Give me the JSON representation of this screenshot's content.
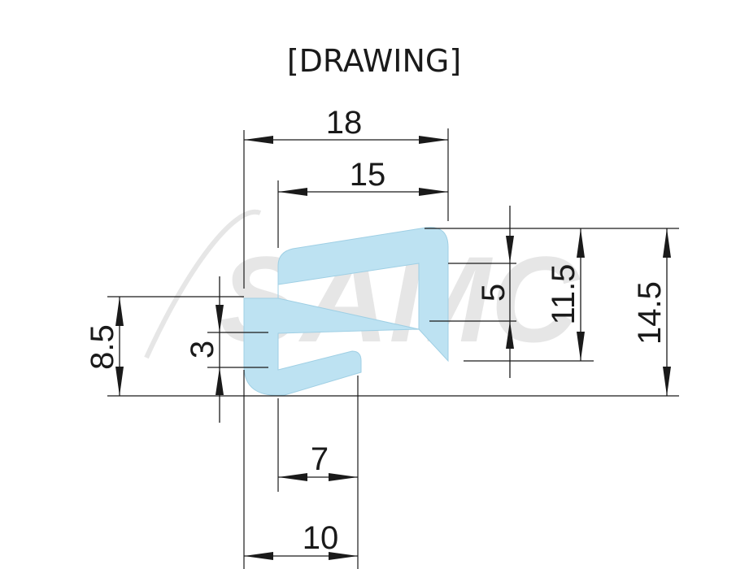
{
  "title": "[DRAWING]",
  "watermark": "SAMC",
  "colors": {
    "profile_fill": "#bde2f2",
    "line": "#1a1a1a",
    "watermark": "#e6e6e6"
  },
  "dimensions": {
    "overall_width": "18",
    "inner_width": "15",
    "slot_height": "5",
    "upper_height": "11.5",
    "total_height": "14.5",
    "left_height": "8.5",
    "gap": "3",
    "lip_width": "7",
    "base_width": "10"
  }
}
